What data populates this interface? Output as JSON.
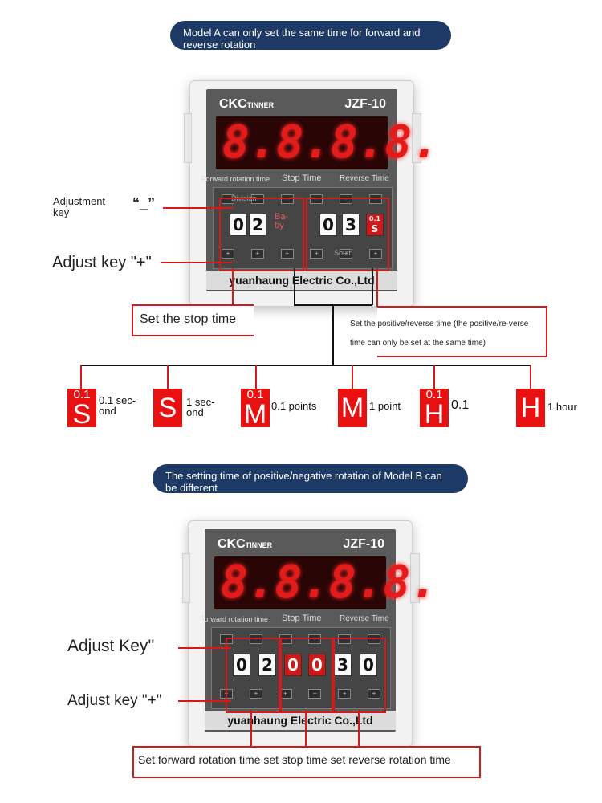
{
  "section_a": {
    "banner": "Model A can only set the same time for forward and reverse rotation",
    "device": {
      "brand": "CKC",
      "brand_small": "TINNER",
      "model": "JZF-10",
      "display_digits": [
        "8.",
        "8.",
        "8.",
        "8."
      ],
      "label_forward": "Forward rotation time",
      "label_stop": "Stop Time",
      "label_reverse": "Reverse Time",
      "label_division": "Division",
      "label_by": "Ba-\nby",
      "label_south": "South",
      "wheels": [
        "0",
        "2",
        "0",
        "3"
      ],
      "unit_wheel_top": "0.1",
      "unit_wheel_bottom": "S",
      "footer": "yuanhaung Electric Co.,Ltd"
    },
    "adjustment_key_label": "Adjustment key",
    "minus_symbol": "“_”",
    "adjust_plus_label": "Adjust key \"+\"",
    "stop_time_callout": "Set the stop time",
    "posrev_callout": "Set the positive/reverse time (the positive/re-verse time can only be set at the same time)",
    "units": [
      {
        "top": "0.1",
        "big": "S",
        "label": "0.1 sec-ond"
      },
      {
        "top": "",
        "big": "S",
        "label": "1 sec-ond"
      },
      {
        "top": "0.1",
        "big": "M",
        "label": "0.1 points"
      },
      {
        "top": "",
        "big": "M",
        "label": "1 point"
      },
      {
        "top": "0.1",
        "big": "H",
        "label": "0.1"
      },
      {
        "top": "",
        "big": "H",
        "label": "1 hour"
      }
    ]
  },
  "section_b": {
    "banner": "The setting time of positive/negative rotation of Model B can be different",
    "device": {
      "brand": "CKC",
      "brand_small": "TINNER",
      "model": "JZF-10",
      "display_digits": [
        "8.",
        "8.",
        "8.",
        "8."
      ],
      "label_forward": "Forward rotation time",
      "label_stop": "Stop Time",
      "label_reverse": "Reverse Time",
      "wheels": [
        "0",
        "2",
        "0",
        "0",
        "3",
        "0"
      ],
      "footer": "yuanhaung Electric Co.,Ltd"
    },
    "adjust_minus_label": "Adjust Key''",
    "adjust_plus_label": "Adjust key \"+\"",
    "bottom_callout": "Set forward rotation time set stop time set reverse rotation time"
  },
  "colors": {
    "accent_red": "#d21b1b",
    "banner_blue": "#1d3a66",
    "led_red": "#e41b1b"
  }
}
